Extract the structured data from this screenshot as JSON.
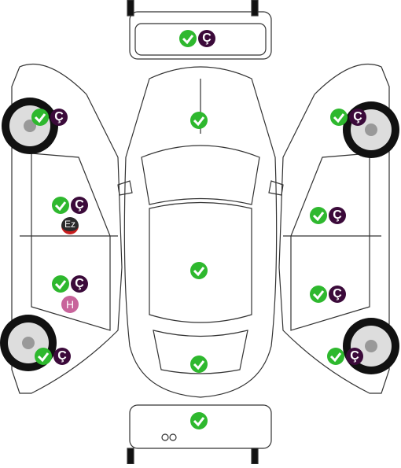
{
  "colors": {
    "ok": "#2eb82e",
    "paint": "#3b0a3a",
    "ez": "#2b2b2b",
    "ez_accent": "#c81d1d",
    "h": "#c8649b"
  },
  "labels": {
    "painted": "Ç",
    "scratched": "Ez",
    "damaged": "H"
  },
  "icons": {
    "ok": "check-icon"
  }
}
